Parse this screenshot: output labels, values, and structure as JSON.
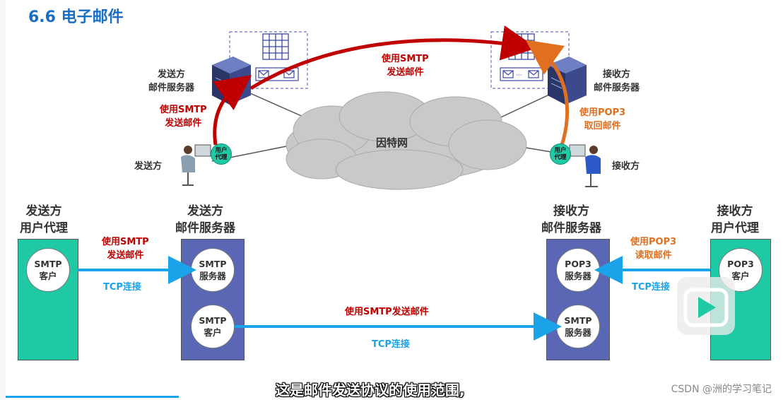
{
  "slide_title": "6.6 电子邮件",
  "top_diagram": {
    "sender_server_label": [
      "发送方",
      "邮件服务器"
    ],
    "receiver_server_label": [
      "接收方",
      "邮件服务器"
    ],
    "internet_label": "因特网",
    "sender_label": "发送方",
    "receiver_label": "接收方",
    "user_agent_badge": [
      "用户",
      "代理"
    ],
    "arrow_upload": [
      "使用SMTP",
      "发送邮件"
    ],
    "arrow_transfer": [
      "使用SMTP",
      "发送邮件"
    ],
    "arrow_retrieve": [
      "使用POP3",
      "取回邮件"
    ]
  },
  "bottom_diagram": {
    "sender_agent_title": [
      "发送方",
      "用户代理"
    ],
    "sender_server_title": [
      "发送方",
      "邮件服务器"
    ],
    "receiver_server_title": [
      "接收方",
      "邮件服务器"
    ],
    "receiver_agent_title": [
      "接收方",
      "用户代理"
    ],
    "smtp_client_1": [
      "SMTP",
      "客户"
    ],
    "smtp_server_1": [
      "SMTP",
      "服务器"
    ],
    "smtp_client_2": [
      "SMTP",
      "客户"
    ],
    "pop3_server": [
      "POP3",
      "服务器"
    ],
    "smtp_server_2": [
      "SMTP",
      "服务器"
    ],
    "pop3_client": [
      "POP3",
      "客户"
    ],
    "link1_label": [
      "使用SMTP",
      "发送邮件"
    ],
    "link1_conn": "TCP连接",
    "link2_label": "使用SMTP发送邮件",
    "link2_conn": "TCP连接",
    "link3_label": [
      "使用POP3",
      "读取邮件"
    ],
    "link3_conn": "TCP连接"
  },
  "subtitle": "这是邮件发送协议的使用范围,",
  "watermark": "CSDN @洲的学习笔记",
  "colors": {
    "title": "#1a6fc4",
    "red": "#c00000",
    "orange": "#e07020",
    "blue": "#1aa3e8",
    "teal": "#1fc9a4",
    "navy": "#5a67b5"
  }
}
